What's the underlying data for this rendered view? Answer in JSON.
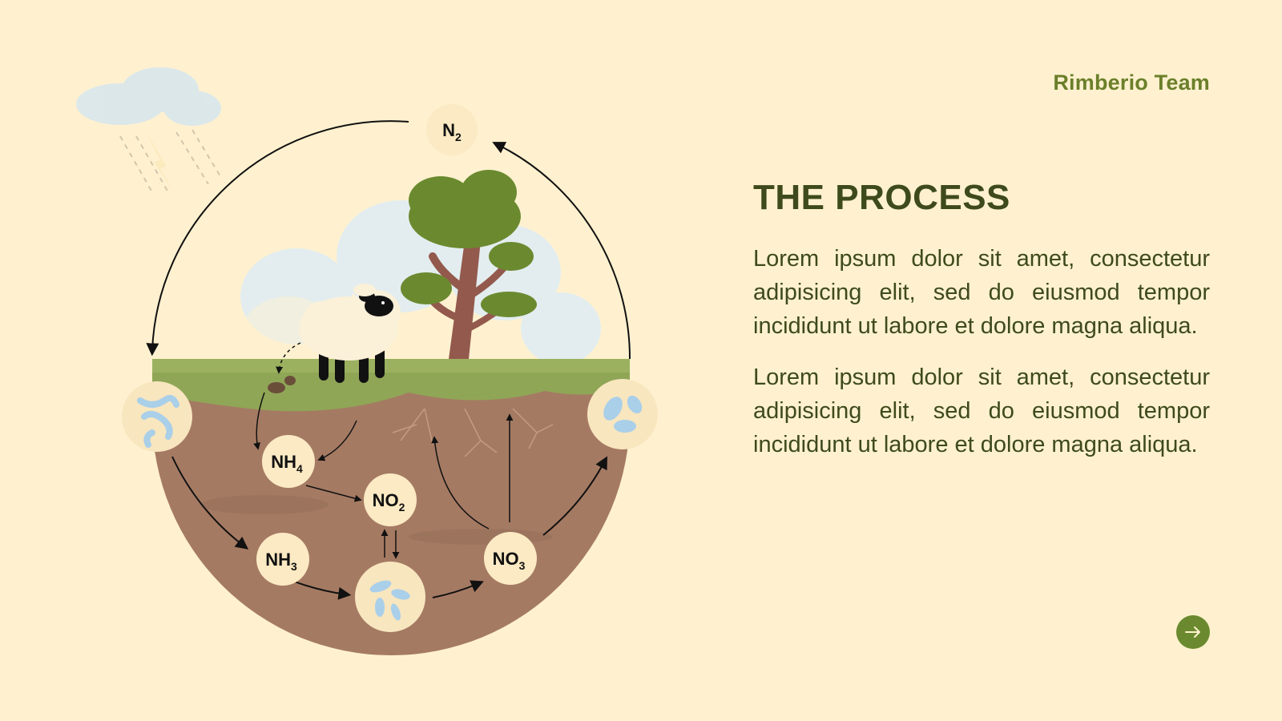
{
  "header": {
    "team": "Rimberio Team"
  },
  "main": {
    "title": "THE PROCESS",
    "paragraphs": [
      "Lorem ipsum dolor sit amet, consectetur adipisicing elit, sed do eiusmod tempor incididunt ut labore et dolore magna aliqua.",
      "Lorem ipsum dolor sit amet, consectetur adipisicing elit, sed do eiusmod tempor incididunt ut labore et dolore magna aliqua."
    ]
  },
  "diagram": {
    "nodes": {
      "n2": {
        "base": "N",
        "sub": "2"
      },
      "nh4": {
        "base": "NH",
        "sub": "4"
      },
      "no2": {
        "base": "NO",
        "sub": "2"
      },
      "nh3": {
        "base": "NH",
        "sub": "3"
      },
      "no3": {
        "base": "NO",
        "sub": "3"
      }
    }
  },
  "colors": {
    "background": "#fff1cf",
    "accent_green": "#6b8a2f",
    "title_dark_green": "#3e4a1c",
    "soil_brown": "#a57a63",
    "grass_green": "#8fa656",
    "bacteria_blue": "#a9cfe9"
  },
  "icons": {
    "next": "arrow-right-icon"
  }
}
